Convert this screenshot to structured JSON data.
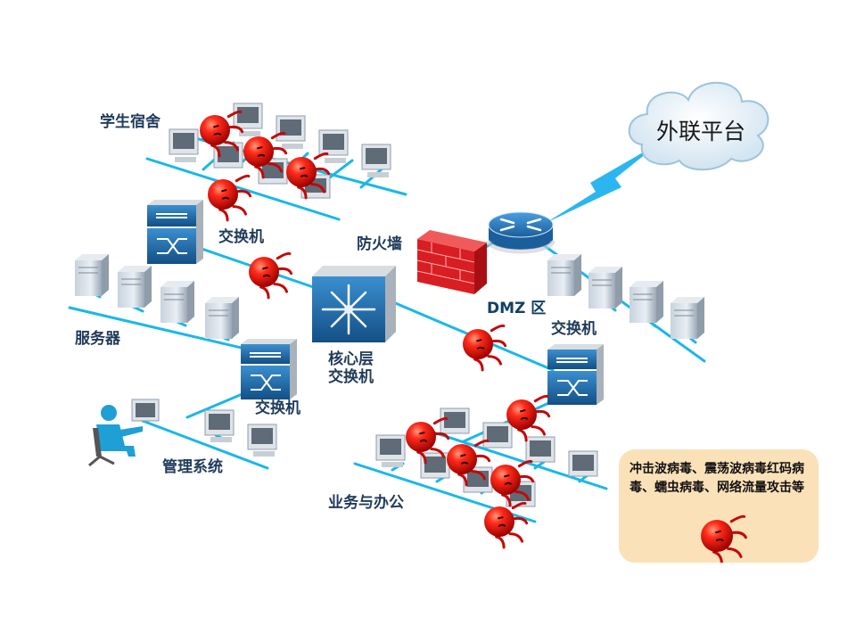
{
  "labels": {
    "dormitory": "学生宿舍",
    "switch_top": "交换机",
    "firewall": "防火墙",
    "dmz": "DMZ 区",
    "servers": "服务器",
    "core_switch_line1": "核心层",
    "core_switch_line2": "交换机",
    "switch_right": "交换机",
    "switch_bottom": "交换机",
    "management": "管理系统",
    "business": "业务与办公",
    "external_platform": "外联平台"
  },
  "legend": {
    "text": "冲击波病毒、震荡波病毒红码病毒、蠕虫病毒、网络流量攻击等"
  },
  "colors": {
    "network_line": "#19b8e8",
    "virus": "#e01010",
    "firewall": "#e3262a",
    "switch_blue": "#1f6fb0",
    "legend_bg": "#fbe1b8",
    "label_text": "#1f3b5a"
  },
  "icons": [
    "virus-icon",
    "computer-icon",
    "server-icon",
    "switch-icon",
    "core-switch-icon",
    "router-icon",
    "firewall-icon",
    "cloud-icon",
    "lightning-icon",
    "admin-user-icon"
  ]
}
